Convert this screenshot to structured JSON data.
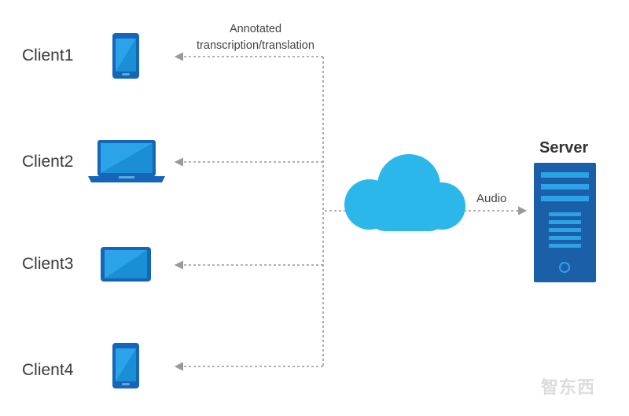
{
  "annotation": {
    "line1": "Annotated",
    "line2": "transcription/translation"
  },
  "audio_label": "Audio",
  "server_label": "Server",
  "clients": [
    {
      "label": "Client1",
      "device": "phone-icon"
    },
    {
      "label": "Client2",
      "device": "laptop-icon"
    },
    {
      "label": "Client3",
      "device": "tablet-icon"
    },
    {
      "label": "Client4",
      "device": "phone-icon"
    }
  ],
  "watermark": "智东西",
  "colors": {
    "device_blue": "#1565b8",
    "screen_blue": "#2aa3e8",
    "cloud_blue": "#2bb7ea",
    "server_blue": "#1a5fa8",
    "arrow_gray": "#999999"
  }
}
